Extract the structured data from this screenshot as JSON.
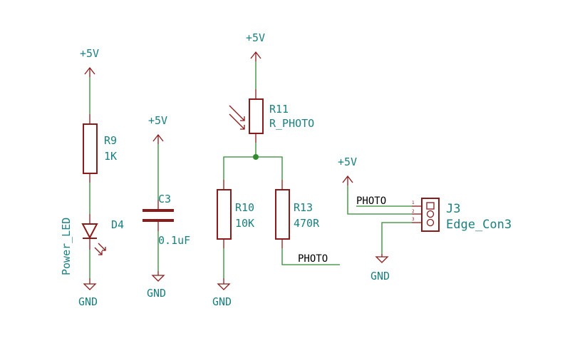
{
  "power_labels": {
    "vcc_r9": "+5V",
    "vcc_c3": "+5V",
    "vcc_r11": "+5V",
    "vcc_j3": "+5V",
    "gnd_d4": "GND",
    "gnd_c3": "GND",
    "gnd_r10": "GND",
    "gnd_j3": "GND"
  },
  "components": {
    "r9": {
      "ref": "R9",
      "value": "1K"
    },
    "d4": {
      "ref": "D4",
      "value": "Power_LED"
    },
    "c3": {
      "ref": "C3",
      "value": "0.1uF"
    },
    "r11": {
      "ref": "R11",
      "value": "R_PHOTO"
    },
    "r10": {
      "ref": "R10",
      "value": "10K"
    },
    "r13": {
      "ref": "R13",
      "value": "470R"
    },
    "j3": {
      "ref": "J3",
      "value": "Edge_Con3",
      "pins": [
        "1",
        "2",
        "3"
      ]
    }
  },
  "net_labels": {
    "photo_r13": "PHOTO",
    "photo_j3": "PHOTO"
  },
  "colors": {
    "wire": "#2e8b2e",
    "symbol": "#8b1a1a",
    "text": "#1a8080"
  }
}
